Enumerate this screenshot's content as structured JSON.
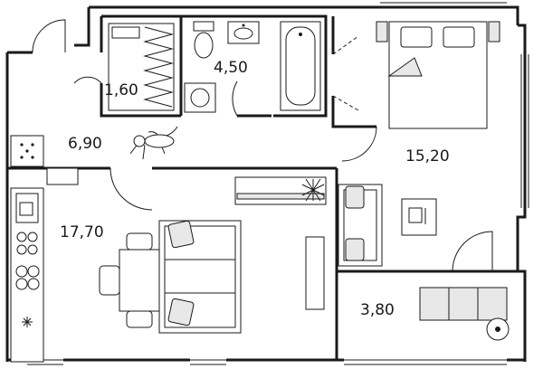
{
  "rooms": [
    {
      "id": "storage",
      "area": "1,60"
    },
    {
      "id": "bathroom",
      "area": "4,50"
    },
    {
      "id": "hallway",
      "area": "6,90"
    },
    {
      "id": "bedroom",
      "area": "15,20"
    },
    {
      "id": "kitchen-living",
      "area": "17,70"
    },
    {
      "id": "balcony",
      "area": "3,80"
    }
  ],
  "icons": [
    "wardrobe-icon",
    "toilet-icon",
    "sink-icon",
    "washing-machine-icon",
    "bathtub-icon",
    "bed-icon",
    "dog-icon",
    "kitchen-sink-icon",
    "stove-icon",
    "oven-icon",
    "fridge-icon",
    "sofa-icon",
    "dining-table-icon",
    "armchair-icon",
    "desk-icon",
    "tv-icon",
    "plant-icon",
    "lounger-icon",
    "round-table-icon"
  ]
}
